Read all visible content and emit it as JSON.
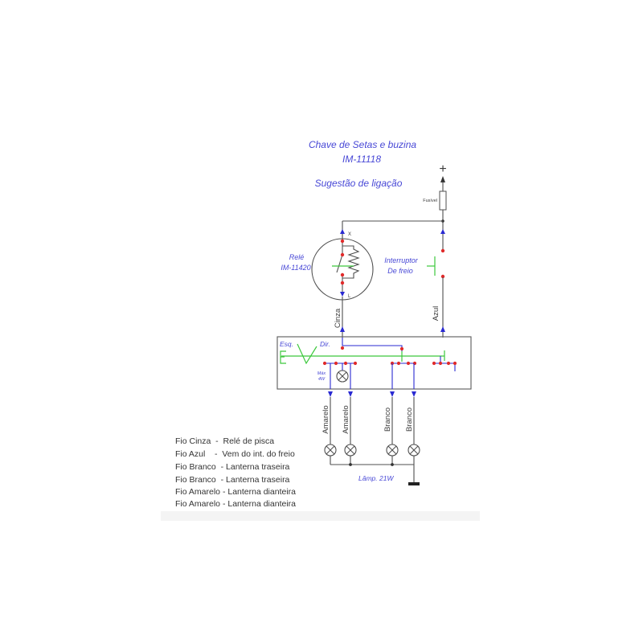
{
  "diagram": {
    "title": "Chave de Setas e buzina",
    "part_number": "IM-11118",
    "subtitle": "Sugestão de ligação",
    "supply_label": "+",
    "fuse_label": "Fusível",
    "relay": {
      "label": "Relé",
      "part_number": "IM-11420",
      "terminal_x": "X",
      "terminal_l": "L"
    },
    "brake_switch": {
      "label_line1": "Interruptor",
      "label_line2": "De freio"
    },
    "wires": {
      "relay_wire": "Cinza",
      "brake_wire": "Azul",
      "front_left": "Amarelo",
      "front_right": "Amarelo",
      "rear_left": "Branco",
      "rear_right": "Branco"
    },
    "switch": {
      "left_label": "Esq.",
      "right_label": "Dir.",
      "indicator_lamp_line1": "Máx",
      "indicator_lamp_line2": "4W"
    },
    "lamps_label": "Lâmp. 21W"
  },
  "legend": [
    "Fio Cinza  -  Relé de pisca",
    "Fio Azul    -  Vem do int. do freio",
    "Fio Branco  - Lanterna traseira",
    "Fio Branco  - Lanterna traseira",
    "Fio Amarelo - Lanterna dianteira",
    "Fio Amarelo - Lanterna dianteira"
  ],
  "colors": {
    "ink": "#4f4f4f",
    "blue-text": "#4848d6",
    "blue-wire": "#2a2ad2",
    "green": "#3cc83c",
    "red": "#e02a2a"
  }
}
